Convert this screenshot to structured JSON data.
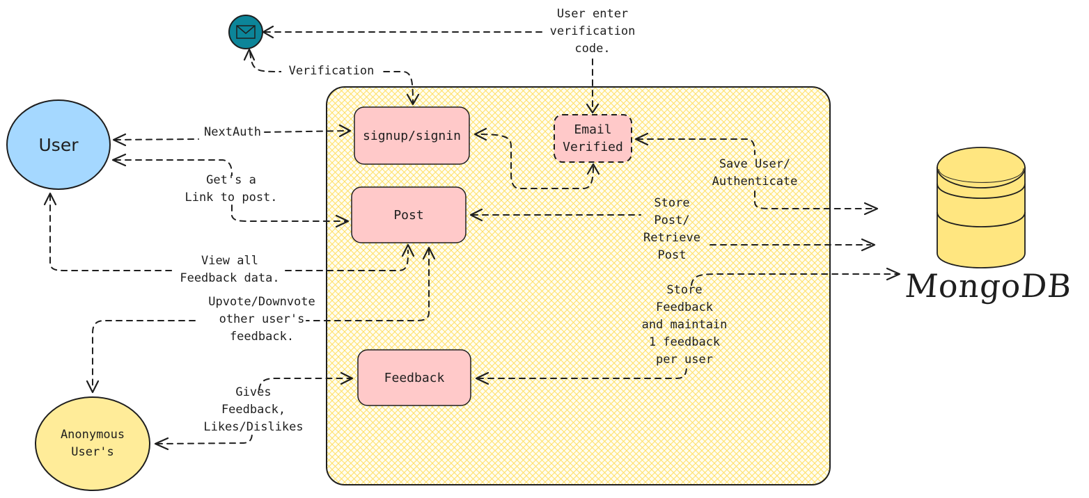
{
  "diagram": {
    "colors": {
      "user_fill": "#a5d8ff",
      "anon_fill": "#ffec99",
      "box_fill": "#ffc9c9",
      "container_hatch": "#ffe066",
      "container_bg": "#fffdf0",
      "mail_fill": "#0c8599",
      "db_fill": "#ffe680",
      "stroke": "#1e1e1e"
    },
    "nodes": {
      "user": "User",
      "anonymous": "Anonymous\nUser's",
      "signup": "signup/signin",
      "email_verified": "Email\nVerified",
      "post": "Post",
      "feedback": "Feedback",
      "database": "MongoDB",
      "mail_icon": "envelope-icon"
    },
    "edge_labels": {
      "verification": "Verification",
      "user_enter_code": "User enter\nverification\ncode.",
      "nextauth": "NextAuth",
      "link_to_post": "Get's a\nLink to post.",
      "view_feedback": "View all\nFeedback data.",
      "upvote": "Upvote/Downvote\nother user's\nfeedback.",
      "gives_feedback": "Gives\nFeedback,\nLikes/Dislikes",
      "save_user": "Save User/\nAuthenticate",
      "store_post": "Store\nPost/\nRetrieve\nPost",
      "store_feedback": "Store\nFeedback\nand maintain\n1 feedback\nper user"
    }
  }
}
